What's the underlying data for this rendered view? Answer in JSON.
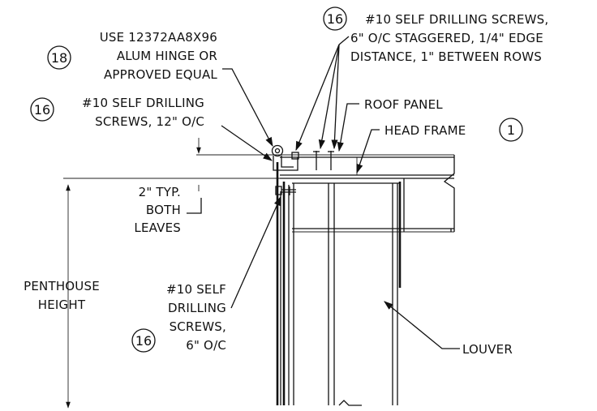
{
  "callouts": {
    "hinge": {
      "tag": "18",
      "lines": [
        "USE 12372AA8X96",
        "ALUM HINGE OR",
        "APPROVED EQUAL"
      ]
    },
    "screws_staggered": {
      "tag": "16",
      "lines": [
        "#10 SELF DRILLING SCREWS,",
        "6\" O/C STAGGERED, 1/4\" EDGE",
        "DISTANCE, 1\" BETWEEN ROWS"
      ]
    },
    "screws_12": {
      "tag": "16",
      "lines": [
        "#10 SELF DRILLING",
        "SCREWS, 12\" O/C"
      ]
    },
    "roof_panel": {
      "text": "ROOF PANEL"
    },
    "head_frame": {
      "text": "HEAD FRAME",
      "tag": "1"
    },
    "typ": {
      "lines": [
        "2\" TYP.",
        "BOTH",
        "LEAVES"
      ]
    },
    "penthouse": {
      "lines": [
        "PENTHOUSE",
        "HEIGHT"
      ]
    },
    "screws_6": {
      "tag": "16",
      "lines": [
        "#10 SELF",
        "DRILLING",
        "SCREWS,",
        "6\" O/C"
      ]
    },
    "louver": {
      "text": "LOUVER"
    }
  }
}
